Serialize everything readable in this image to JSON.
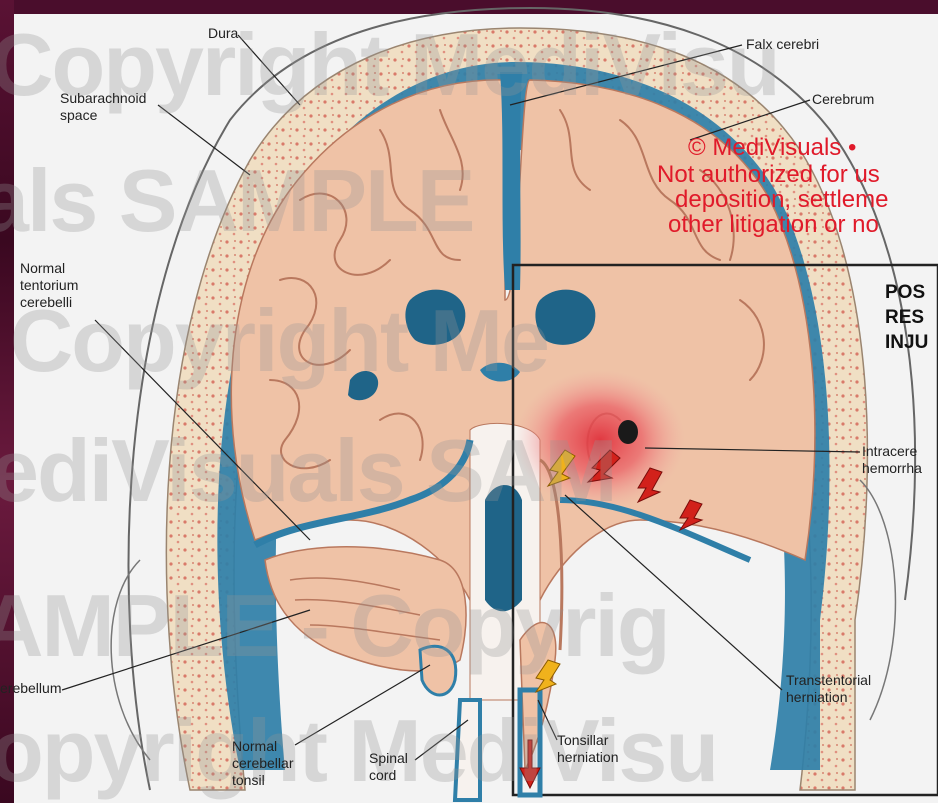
{
  "labels": {
    "dura": "Dura",
    "falx_cerebri": "Falx cerebri",
    "subarachnoid_space": "Subarachnoid\nspace",
    "cerebrum": "Cerebrum",
    "normal_tentorium_cerebelli": "Normal\ntentorium\ncerebelli",
    "intracerebral_hemorrhage": "Intracere\nhemorrha",
    "cerebellum": "erebellum",
    "transtentorial_herniation": "Transtentorial\nherniation",
    "normal_cerebellar_tonsil": "Normal\ncerebellar\ntonsil",
    "spinal_cord": "Spinal\ncord",
    "tonsillar_herniation": "Tonsillar\nherniation"
  },
  "inset": {
    "title": "POS\nRES\nINJU"
  },
  "notice": {
    "line1": "© MediVisuals • ",
    "line2": "Not authorized for us",
    "line3": "deposition, settleme",
    "line4": "other litigation or no"
  },
  "watermark": {
    "row1": "Copyright MediVisu",
    "row2": "als SAMPLE",
    "row3": "- Copyright Me",
    "row4": "ediVisuals SAM",
    "row5": "AMPLE - Copyrig",
    "row6": "opyright MediVisu"
  },
  "colors": {
    "frame": "#4a0d2c",
    "csf_blue": "#2f7fa8",
    "brain_pink": "#efc2a6",
    "gyrus_line": "#b9785e",
    "bone": "#f0dfc4",
    "hemorrhage": "#e0323c",
    "notice_red": "#e01a2a",
    "herniation_arrow_red": "#d2211b",
    "herniation_arrow_yellow": "#f0b21c"
  }
}
